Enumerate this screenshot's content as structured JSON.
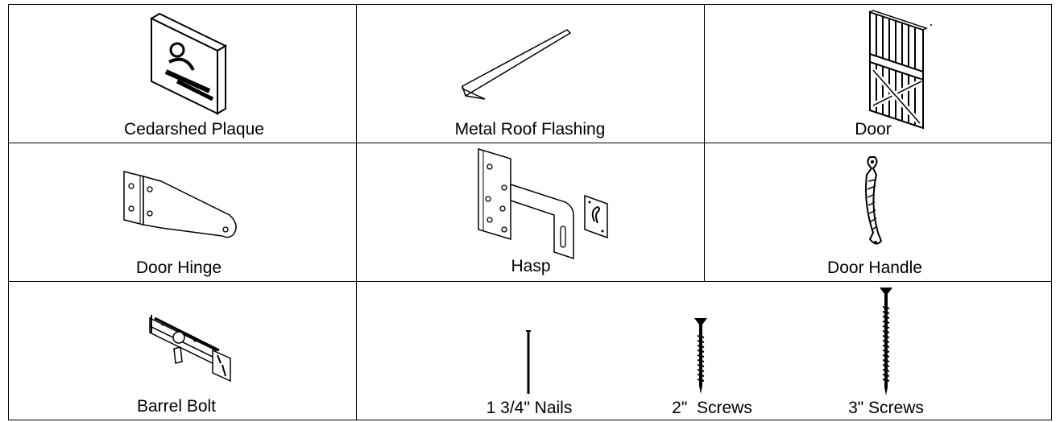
{
  "parts": {
    "plaque": {
      "label": "Cedarshed Plaque",
      "icon": "plaque-icon"
    },
    "flashing": {
      "label": "Metal Roof Flashing",
      "icon": "roof-flashing-icon"
    },
    "door": {
      "label": "Door",
      "icon": "door-icon"
    },
    "hinge": {
      "label": "Door Hinge",
      "icon": "hinge-icon"
    },
    "hasp": {
      "label": "Hasp",
      "icon": "hasp-icon"
    },
    "handle": {
      "label": "Door Handle",
      "icon": "door-handle-icon"
    },
    "bolt": {
      "label": "Barrel Bolt",
      "icon": "barrel-bolt-icon"
    },
    "nails": {
      "label": "1 3/4\" Nails",
      "icon": "nail-icon"
    },
    "screws2": {
      "label": "2\"  Screws",
      "icon": "screw-icon"
    },
    "screws3": {
      "label": "3\" Screws",
      "icon": "screw-icon"
    }
  },
  "colors": {
    "line": "#000000",
    "background": "#ffffff"
  }
}
